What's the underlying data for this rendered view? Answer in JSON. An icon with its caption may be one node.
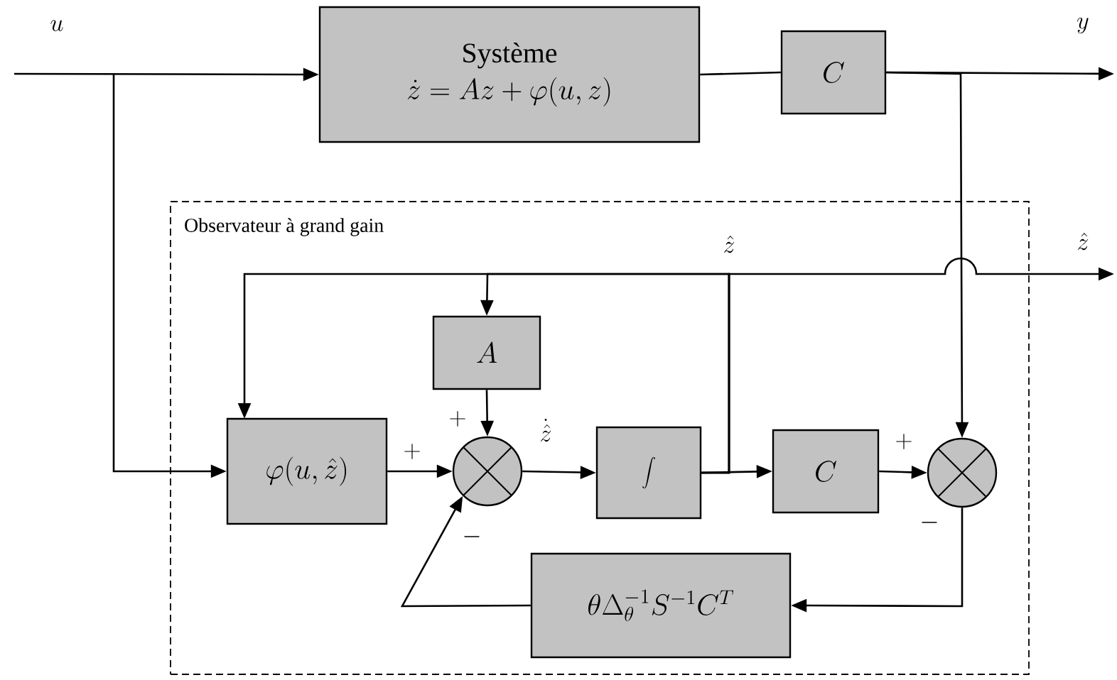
{
  "diagram": {
    "nodes": [
      {
        "text": [
          "Système",
          "\\dot{z} = Az + \\varphi(u,z)"
        ]
      },
      {
        "text": [
          "C"
        ]
      },
      {
        "text": [
          "Observateur à grand gain"
        ]
      },
      {
        "text": [
          "A"
        ],
        "in": 2
      },
      {
        "text": [
          "\\varphi(u,\\hat{z})"
        ],
        "in": 2
      },
      {
        "text": [],
        "shape": "circle",
        "in": 2
      },
      {
        "text": [
          "\\int"
        ],
        "in": 2
      },
      {
        "text": [
          "C"
        ],
        "in": 2
      },
      {
        "text": [],
        "shape": "circle",
        "in": 2
      },
      {
        "text": [
          "\\theta\\Delta_\\theta^{-1}S^{-1}C^T"
        ],
        "in": 2
      }
    ],
    "edges": [
      {
        "from": null,
        "to": 0,
        "arrow": "to"
      },
      {
        "from": 0,
        "to": 1,
        "arrow": "none"
      },
      {
        "from": 1,
        "to": null,
        "arrow": "to"
      },
      {
        "from": null,
        "to": 4,
        "arrow": "to"
      },
      {
        "from": 1,
        "to": 8,
        "arrow": "to"
      },
      {
        "from": 6,
        "to": 4,
        "arrow": "to"
      },
      {
        "from": 6,
        "to": 3,
        "arrow": "to"
      },
      {
        "from": 6,
        "to": null,
        "arrow": "to"
      },
      {
        "from": 6,
        "to": 7,
        "arrow": "to"
      },
      {
        "from": 4,
        "to": 5,
        "arrow": "to"
      },
      {
        "from": 3,
        "to": 5,
        "arrow": "to"
      },
      {
        "from": 5,
        "to": 6,
        "arrow": "to"
      },
      {
        "from": 7,
        "to": 8,
        "arrow": "to"
      },
      {
        "from": 8,
        "to": 9,
        "arrow": "to"
      },
      {
        "from": 9,
        "to": 5,
        "arrow": "to"
      }
    ],
    "labels": [
      "u",
      "y",
      "\\hat{z}",
      "\\hat{z}",
      "\\dot{\\hat{z}}",
      "+",
      "+",
      "-",
      "+",
      "-"
    ]
  }
}
